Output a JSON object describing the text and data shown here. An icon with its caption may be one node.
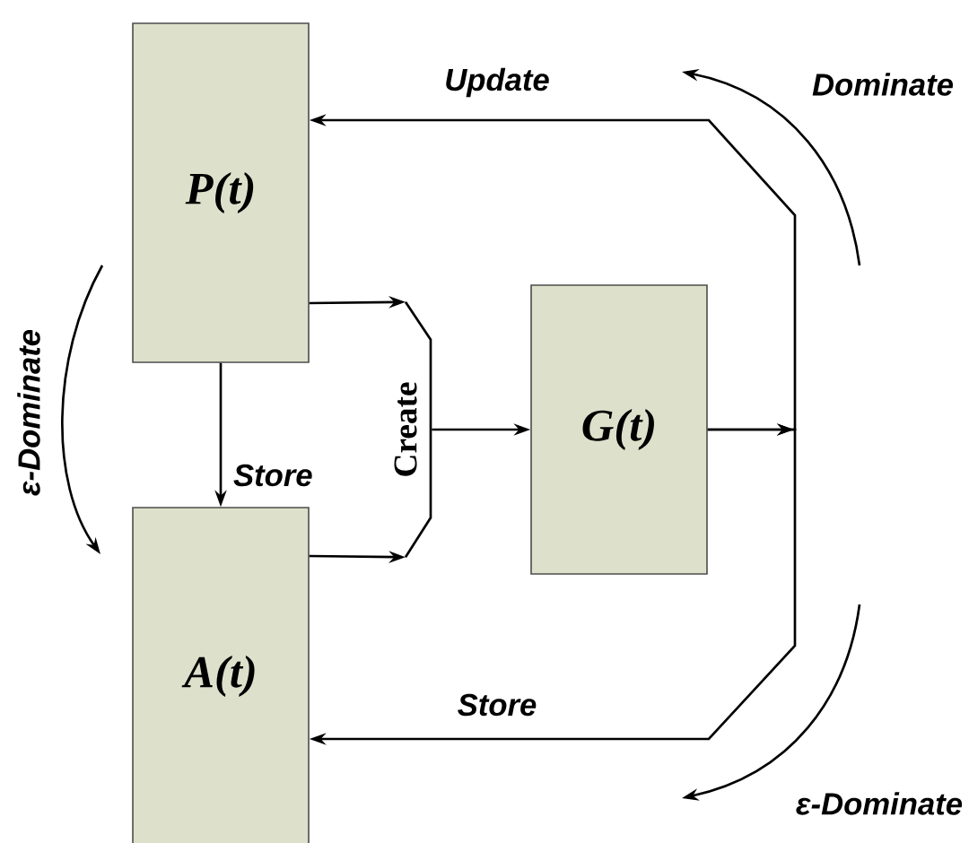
{
  "diagram": {
    "nodes": [
      {
        "text": [
          "P(t)"
        ]
      },
      {
        "text": [
          "Create"
        ]
      },
      {
        "text": [
          "G(t)"
        ]
      },
      {
        "text": [
          "A(t)"
        ]
      }
    ],
    "edges": [
      {
        "from": 0,
        "to": 3,
        "arrow": "to",
        "label": "Store"
      },
      {
        "from": 0,
        "to": 1,
        "arrow": "to"
      },
      {
        "from": 3,
        "to": 1,
        "arrow": "to"
      },
      {
        "from": 1,
        "to": 2,
        "arrow": "to"
      },
      {
        "from": 2,
        "to": 0,
        "arrow": "to",
        "label": "Update"
      },
      {
        "from": 2,
        "to": 3,
        "arrow": "to",
        "label": "Store"
      }
    ],
    "labels": [
      "ε-Dominate",
      "Dominate",
      "ε-Dominate"
    ]
  }
}
